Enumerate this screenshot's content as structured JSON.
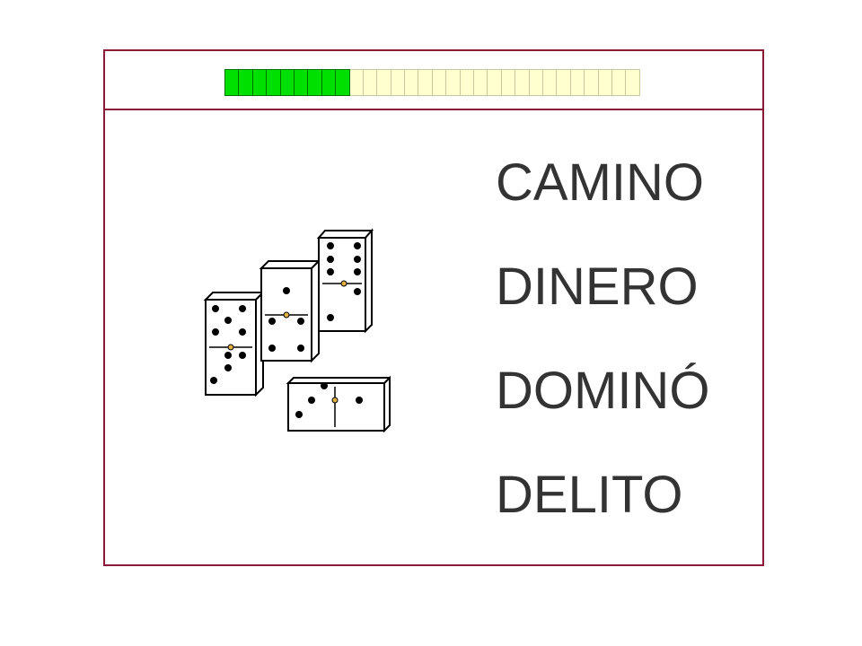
{
  "progress": {
    "filled": 9,
    "total": 30,
    "filled_color": "#00e000",
    "empty_color": "#ffffd0"
  },
  "options": [
    {
      "label": "CAMINO"
    },
    {
      "label": "DINERO"
    },
    {
      "label": "DOMINÓ"
    },
    {
      "label": "DELITO"
    }
  ],
  "illustration": {
    "icon": "dominoes-icon"
  },
  "colors": {
    "frame": "#8b1a35",
    "text": "#333333"
  }
}
